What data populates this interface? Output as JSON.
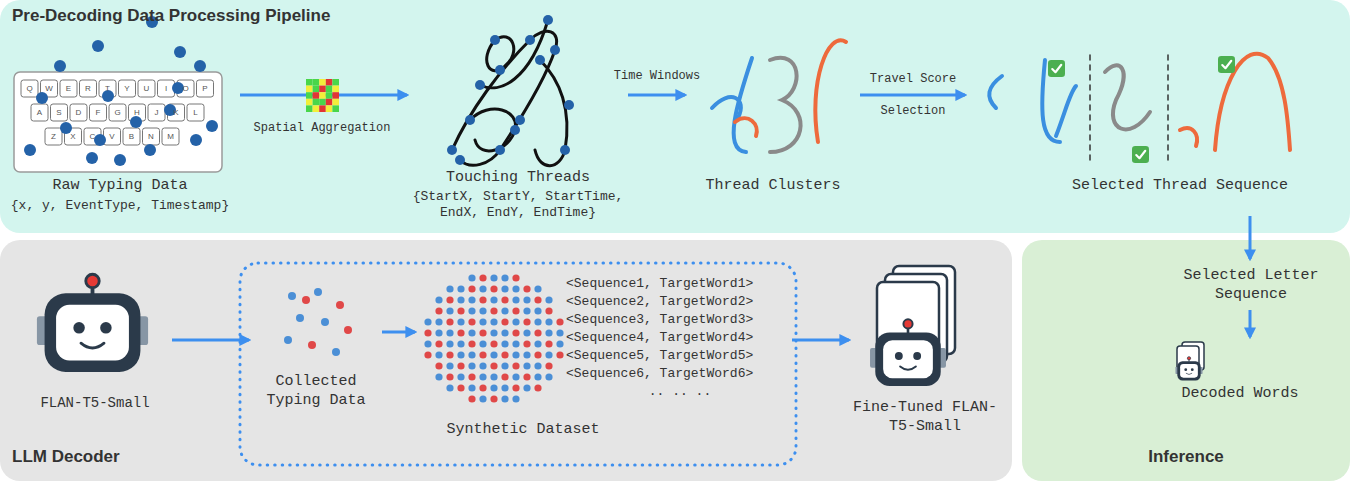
{
  "diagram": {
    "nodes": [
      {
        "text": [
          "Pre-Decoding Data Processing Pipeline"
        ]
      },
      {
        "text": [
          "Raw Typing Data",
          "{x, y, EventType, Timestamp}"
        ],
        "in": 0
      },
      {
        "text": [
          "Touching Threads",
          "{StartX, StartY, StartTime, EndX, EndY, EndTime}"
        ],
        "in": 0
      },
      {
        "text": [
          "Thread Clusters"
        ],
        "in": 0
      },
      {
        "text": [
          "Selected Thread Sequence"
        ],
        "in": 0
      },
      {
        "text": [
          "LLM Decoder"
        ]
      },
      {
        "text": [
          "FLAN-T5-Small"
        ],
        "in": 5
      },
      {
        "text": [
          "Collected Typing Data"
        ],
        "in": 5
      },
      {
        "text": [
          "<Sequence1, TargetWord1>",
          "<Sequence2, TargetWord2>",
          "<Sequence3, TargetWord3>",
          "<Sequence4, TargetWord4>",
          "<Sequence5, TargetWord5>",
          "<Sequence6, TargetWord6>",
          ".. .. ..",
          "Synthetic Dataset"
        ],
        "in": 5
      },
      {
        "text": [
          "Fine-Tuned FLAN-T5-Small"
        ],
        "in": 5
      },
      {
        "text": [
          "Inference"
        ]
      },
      {
        "text": [
          "Selected Letter Sequence"
        ],
        "in": 10
      },
      {
        "text": [
          "Decoded Words"
        ],
        "in": 10
      }
    ],
    "edges": [
      {
        "from": 1,
        "to": 2,
        "label": "Spatial Aggregation",
        "arrow": "to"
      },
      {
        "from": 2,
        "to": 3,
        "label": "Time Windows",
        "arrow": "to"
      },
      {
        "from": 3,
        "to": 4,
        "label": "Travel Score Selection",
        "arrow": "to"
      },
      {
        "from": 4,
        "to": 11,
        "arrow": "to"
      },
      {
        "from": 11,
        "to": 12,
        "arrow": "to"
      },
      {
        "from": 6,
        "to": 7,
        "arrow": "to"
      },
      {
        "from": 7,
        "to": 8,
        "arrow": "to"
      },
      {
        "from": 8,
        "to": 9,
        "arrow": "to"
      }
    ],
    "labels": [
      "Q",
      "W",
      "E",
      "R",
      "T",
      "Y",
      "U",
      "I",
      "O",
      "P",
      "A",
      "S",
      "D",
      "F",
      "G",
      "H",
      "J",
      "K",
      "L",
      "Z",
      "X",
      "C",
      "V",
      "B",
      "N",
      "M"
    ]
  }
}
